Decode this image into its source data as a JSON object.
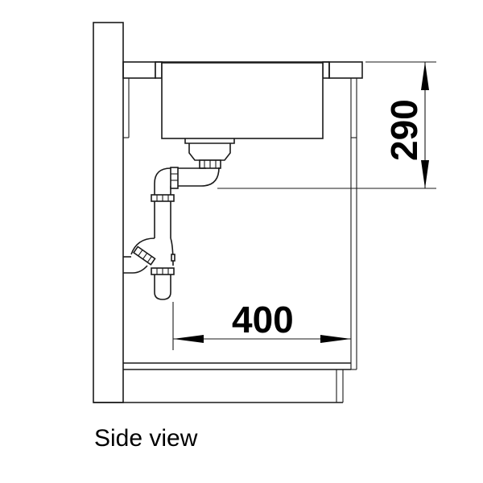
{
  "drawing": {
    "title": "Side view",
    "dimensions": {
      "height": {
        "value": "290",
        "orientation": "vertical"
      },
      "width": {
        "value": "400",
        "orientation": "horizontal"
      }
    },
    "elements": [
      "wall",
      "countertop",
      "sink-basin",
      "drain-strainer",
      "siphon-trap",
      "cabinet-side",
      "cabinet-base"
    ],
    "colors": {
      "line": "#1a1a1a",
      "background": "#ffffff"
    }
  }
}
